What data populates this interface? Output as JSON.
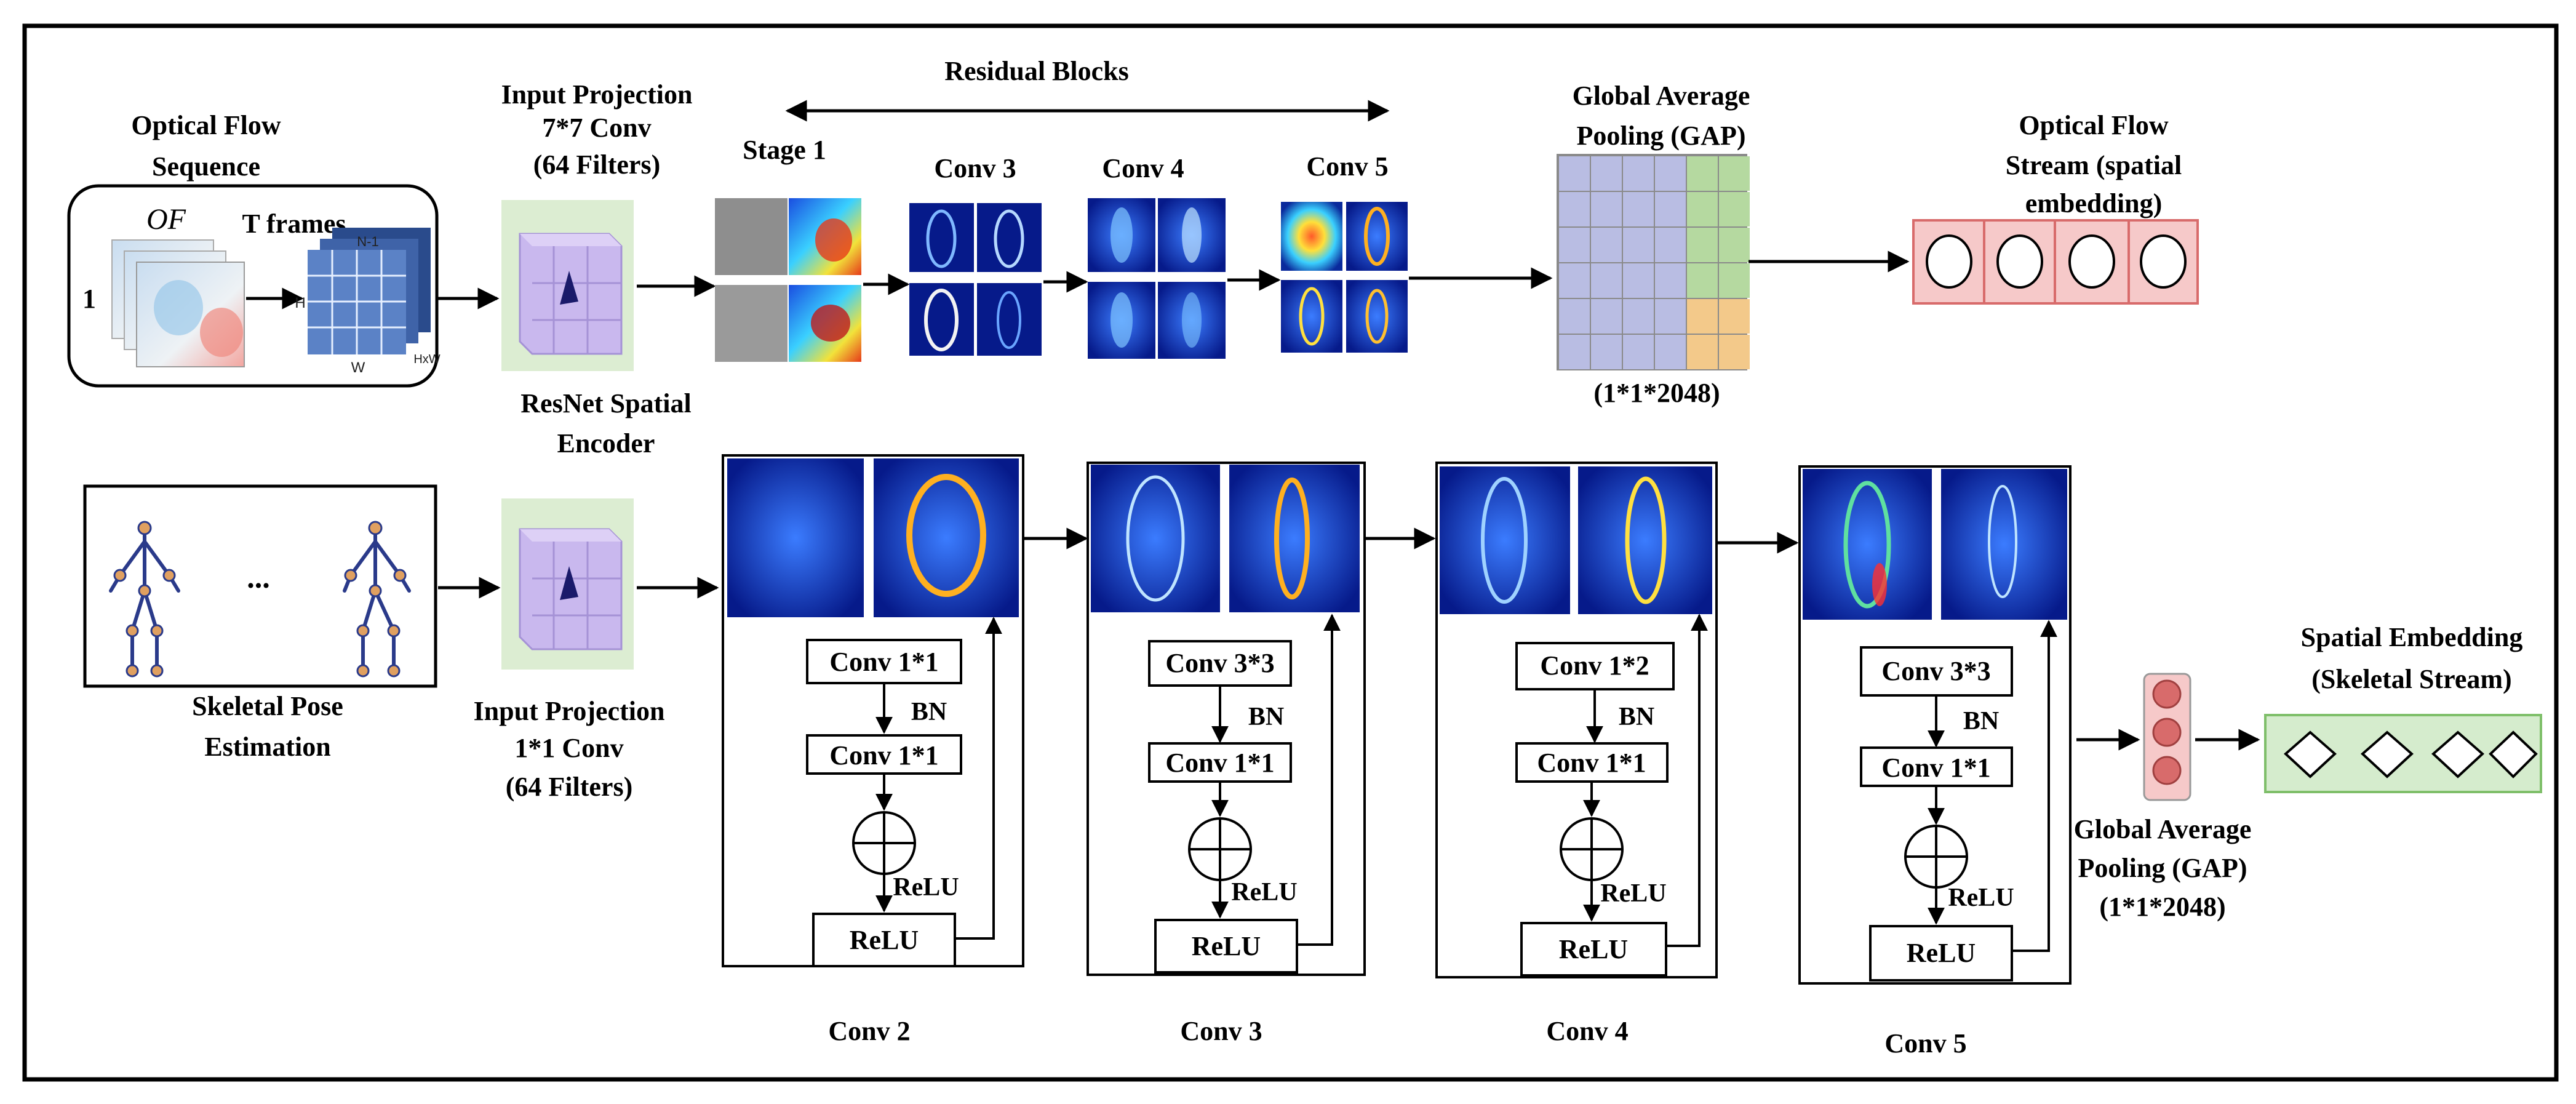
{
  "labels": {
    "optical_flow_sequence_1": "Optical Flow",
    "optical_flow_sequence_2": "Sequence",
    "of": "OF",
    "t_frames": "T frames",
    "one": "1",
    "dim_h": "H",
    "dim_w": "W",
    "dim_n": "N-1",
    "dim_hxw": "HxW",
    "input_proj_top_1": "Input Projection",
    "input_proj_top_2": "7*7 Conv",
    "input_proj_top_3": "(64 Filters)",
    "resnet_1": "ResNet Spatial",
    "resnet_2": "Encoder",
    "residual_blocks": "Residual Blocks",
    "stage1": "Stage 1",
    "top_conv3": "Conv 3",
    "top_conv4": "Conv 4",
    "top_conv5": "Conv 5",
    "gap_top_1": "Global Average",
    "gap_top_2": "Pooling (GAP)",
    "gap_top_dim": "(1*1*2048)",
    "of_stream_1": "Optical Flow",
    "of_stream_2": "Stream (spatial",
    "of_stream_3": "embedding)",
    "ellipsis": "...",
    "skeletal_1": "Skeletal Pose",
    "skeletal_2": "Estimation",
    "input_proj_bot_1": "Input Projection",
    "input_proj_bot_2": "1*1 Conv",
    "input_proj_bot_3": "(64 Filters)",
    "bn": "BN",
    "relu": "ReLU",
    "gap_bot_1": "Global Average",
    "gap_bot_2": "Pooling (GAP)",
    "gap_bot_dim": "(1*1*2048)",
    "spatial_emb_1": "Spatial Embedding",
    "spatial_emb_2": "(Skeletal Stream)"
  },
  "blocks": [
    {
      "conv_a": "Conv 1*1",
      "conv_b": "Conv 1*1",
      "title": "Conv 2"
    },
    {
      "conv_a": "Conv 3*3",
      "conv_b": "Conv 1*1",
      "title": "Conv 3"
    },
    {
      "conv_a": "Conv 1*2",
      "conv_b": "Conv 1*1",
      "title": "Conv 4"
    },
    {
      "conv_a": "Conv 3*3",
      "conv_b": "Conv 1*1",
      "title": "Conv 5"
    }
  ],
  "colors": {
    "heatmap_blue": "#0a1a8c",
    "gap_purple": "#b9bde3",
    "gap_green": "#b5d9a0",
    "gap_orange": "#f3c98a",
    "of_stream_fill": "#f6c9c9",
    "of_stream_stroke": "#d86b6b",
    "skeletal_fill": "#d5eccd",
    "skeletal_stroke": "#7fbf6a",
    "proj_cube": "#c9b8ee",
    "proj_bg": "#dcedd2"
  }
}
